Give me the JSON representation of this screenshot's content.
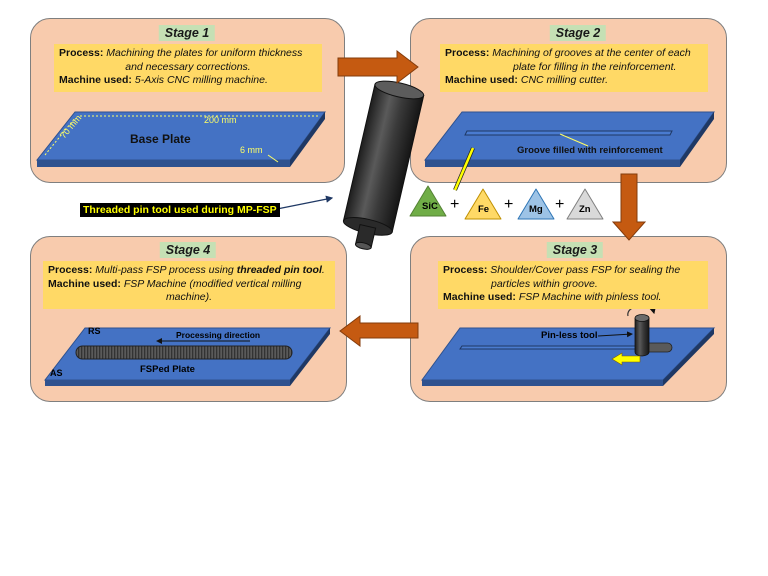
{
  "stage1": {
    "title": "Stage 1",
    "process_label": "Process:",
    "process_text_1": "Machining the plates for uniform thickness",
    "process_text_2": "and necessary corrections.",
    "machine_label": "Machine used:",
    "machine_text": "5-Axis CNC milling machine.",
    "plate_label": "Base Plate",
    "dim_length": "200 mm",
    "dim_width": "70 mm",
    "dim_thickness": "6 mm"
  },
  "stage2": {
    "title": "Stage 2",
    "process_label": "Process:",
    "process_text_1": "Machining of grooves at the center of each",
    "process_text_2": "plate for filling in the reinforcement.",
    "machine_label": "Machine used:",
    "machine_text": "CNC milling cutter.",
    "groove_label": "Groove filled with reinforcement"
  },
  "stage3": {
    "title": "Stage 3",
    "process_label": "Process:",
    "process_text_1": "Shoulder/Cover pass FSP for sealing the",
    "process_text_2": "particles within groove.",
    "machine_label": "Machine used:",
    "machine_text": "FSP Machine with pinless tool.",
    "tool_label": "Pin-less tool"
  },
  "stage4": {
    "title": "Stage 4",
    "process_label": "Process:",
    "process_text_pre": "Multi-pass FSP process using ",
    "process_text_bold": "threaded pin tool",
    "process_text_post": ".",
    "machine_label": "Machine used:",
    "machine_text_1": "FSP Machine (modified vertical milling",
    "machine_text_2": "machine).",
    "rs_label": "RS",
    "as_label": "AS",
    "direction_label": "Processing direction",
    "plate_label": "FSPed Plate"
  },
  "tool_caption": "Threaded pin tool used during MP-FSP",
  "particles": [
    "SiC",
    "Fe",
    "Mg",
    "Zn"
  ],
  "plus_sign": "+",
  "colors": {
    "panel": "#f8cbad",
    "stage_badge": "#c5e0b4",
    "info_box": "#ffd966",
    "plate_top": "#4472c4",
    "flow_arrow": "#c55a11",
    "sic": "#70ad47",
    "fe": "#ffd966",
    "mg": "#9dc3e6",
    "zn": "#d9d9d9"
  }
}
